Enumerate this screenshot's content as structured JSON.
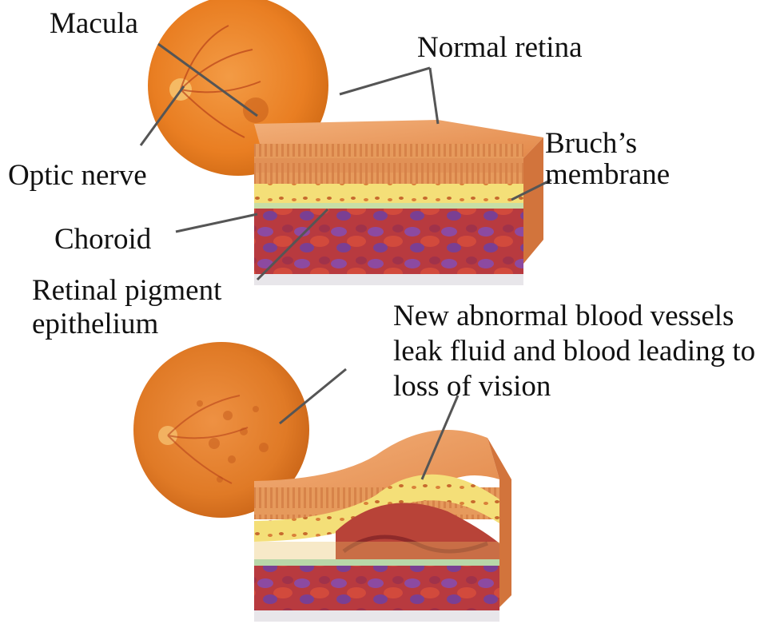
{
  "labels": {
    "macula": "Macula",
    "normal_retina": "Normal retina",
    "optic_nerve": "Optic nerve",
    "bruchs_line1": "Bruch’s",
    "bruchs_line2": "membrane",
    "choroid": "Choroid",
    "rpe_line1": "Retinal pigment",
    "rpe_line2": "epithelium",
    "abnormal_line1": "New abnormal blood vessels",
    "abnormal_line2": "leak fluid and blood leading to",
    "abnormal_line3": "loss of vision"
  },
  "colors": {
    "retina_orange": "#e88a3a",
    "fundus_orange": "#ef8a2c",
    "rpe_yellow": "#f6e27a",
    "bruchs_green": "#b8d7a8",
    "choroid_red": "#c73b3b",
    "choroid_purple": "#8a4ea0",
    "leader_gray": "#555555"
  }
}
